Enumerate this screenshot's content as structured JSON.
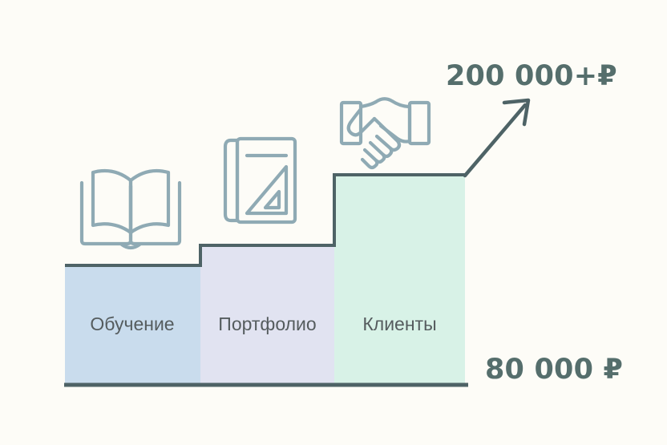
{
  "chart_data": {
    "type": "bar",
    "title": "",
    "xlabel": "",
    "ylabel": "",
    "categories": [
      "Обучение",
      "Портфолио",
      "Клиенты"
    ],
    "values": [
      1,
      2,
      3
    ],
    "annotations": [
      {
        "name": "top-amount",
        "text": "200 000+₽"
      },
      {
        "name": "bottom-amount",
        "text": "80 000 ₽"
      }
    ],
    "grid": false,
    "legend": false
  },
  "amounts": {
    "top": "200 000+₽",
    "bottom": "80 000 ₽"
  },
  "steps": [
    {
      "label": "Обучение",
      "icon": "open-book-icon",
      "fill": "#c9dced"
    },
    {
      "label": "Портфолио",
      "icon": "portfolio-ruler-icon",
      "fill": "#e1e3f1"
    },
    {
      "label": "Клиенты",
      "icon": "handshake-icon",
      "fill": "#d8f2e7"
    }
  ],
  "colors": {
    "background": "#fdfcf7",
    "outline": "#4e6366",
    "icon_stroke": "#8faab4",
    "label_text": "#555c5e",
    "amount_text": "#556e6c"
  },
  "arrow": {
    "name": "growth-arrow-icon",
    "direction": "up-right"
  }
}
